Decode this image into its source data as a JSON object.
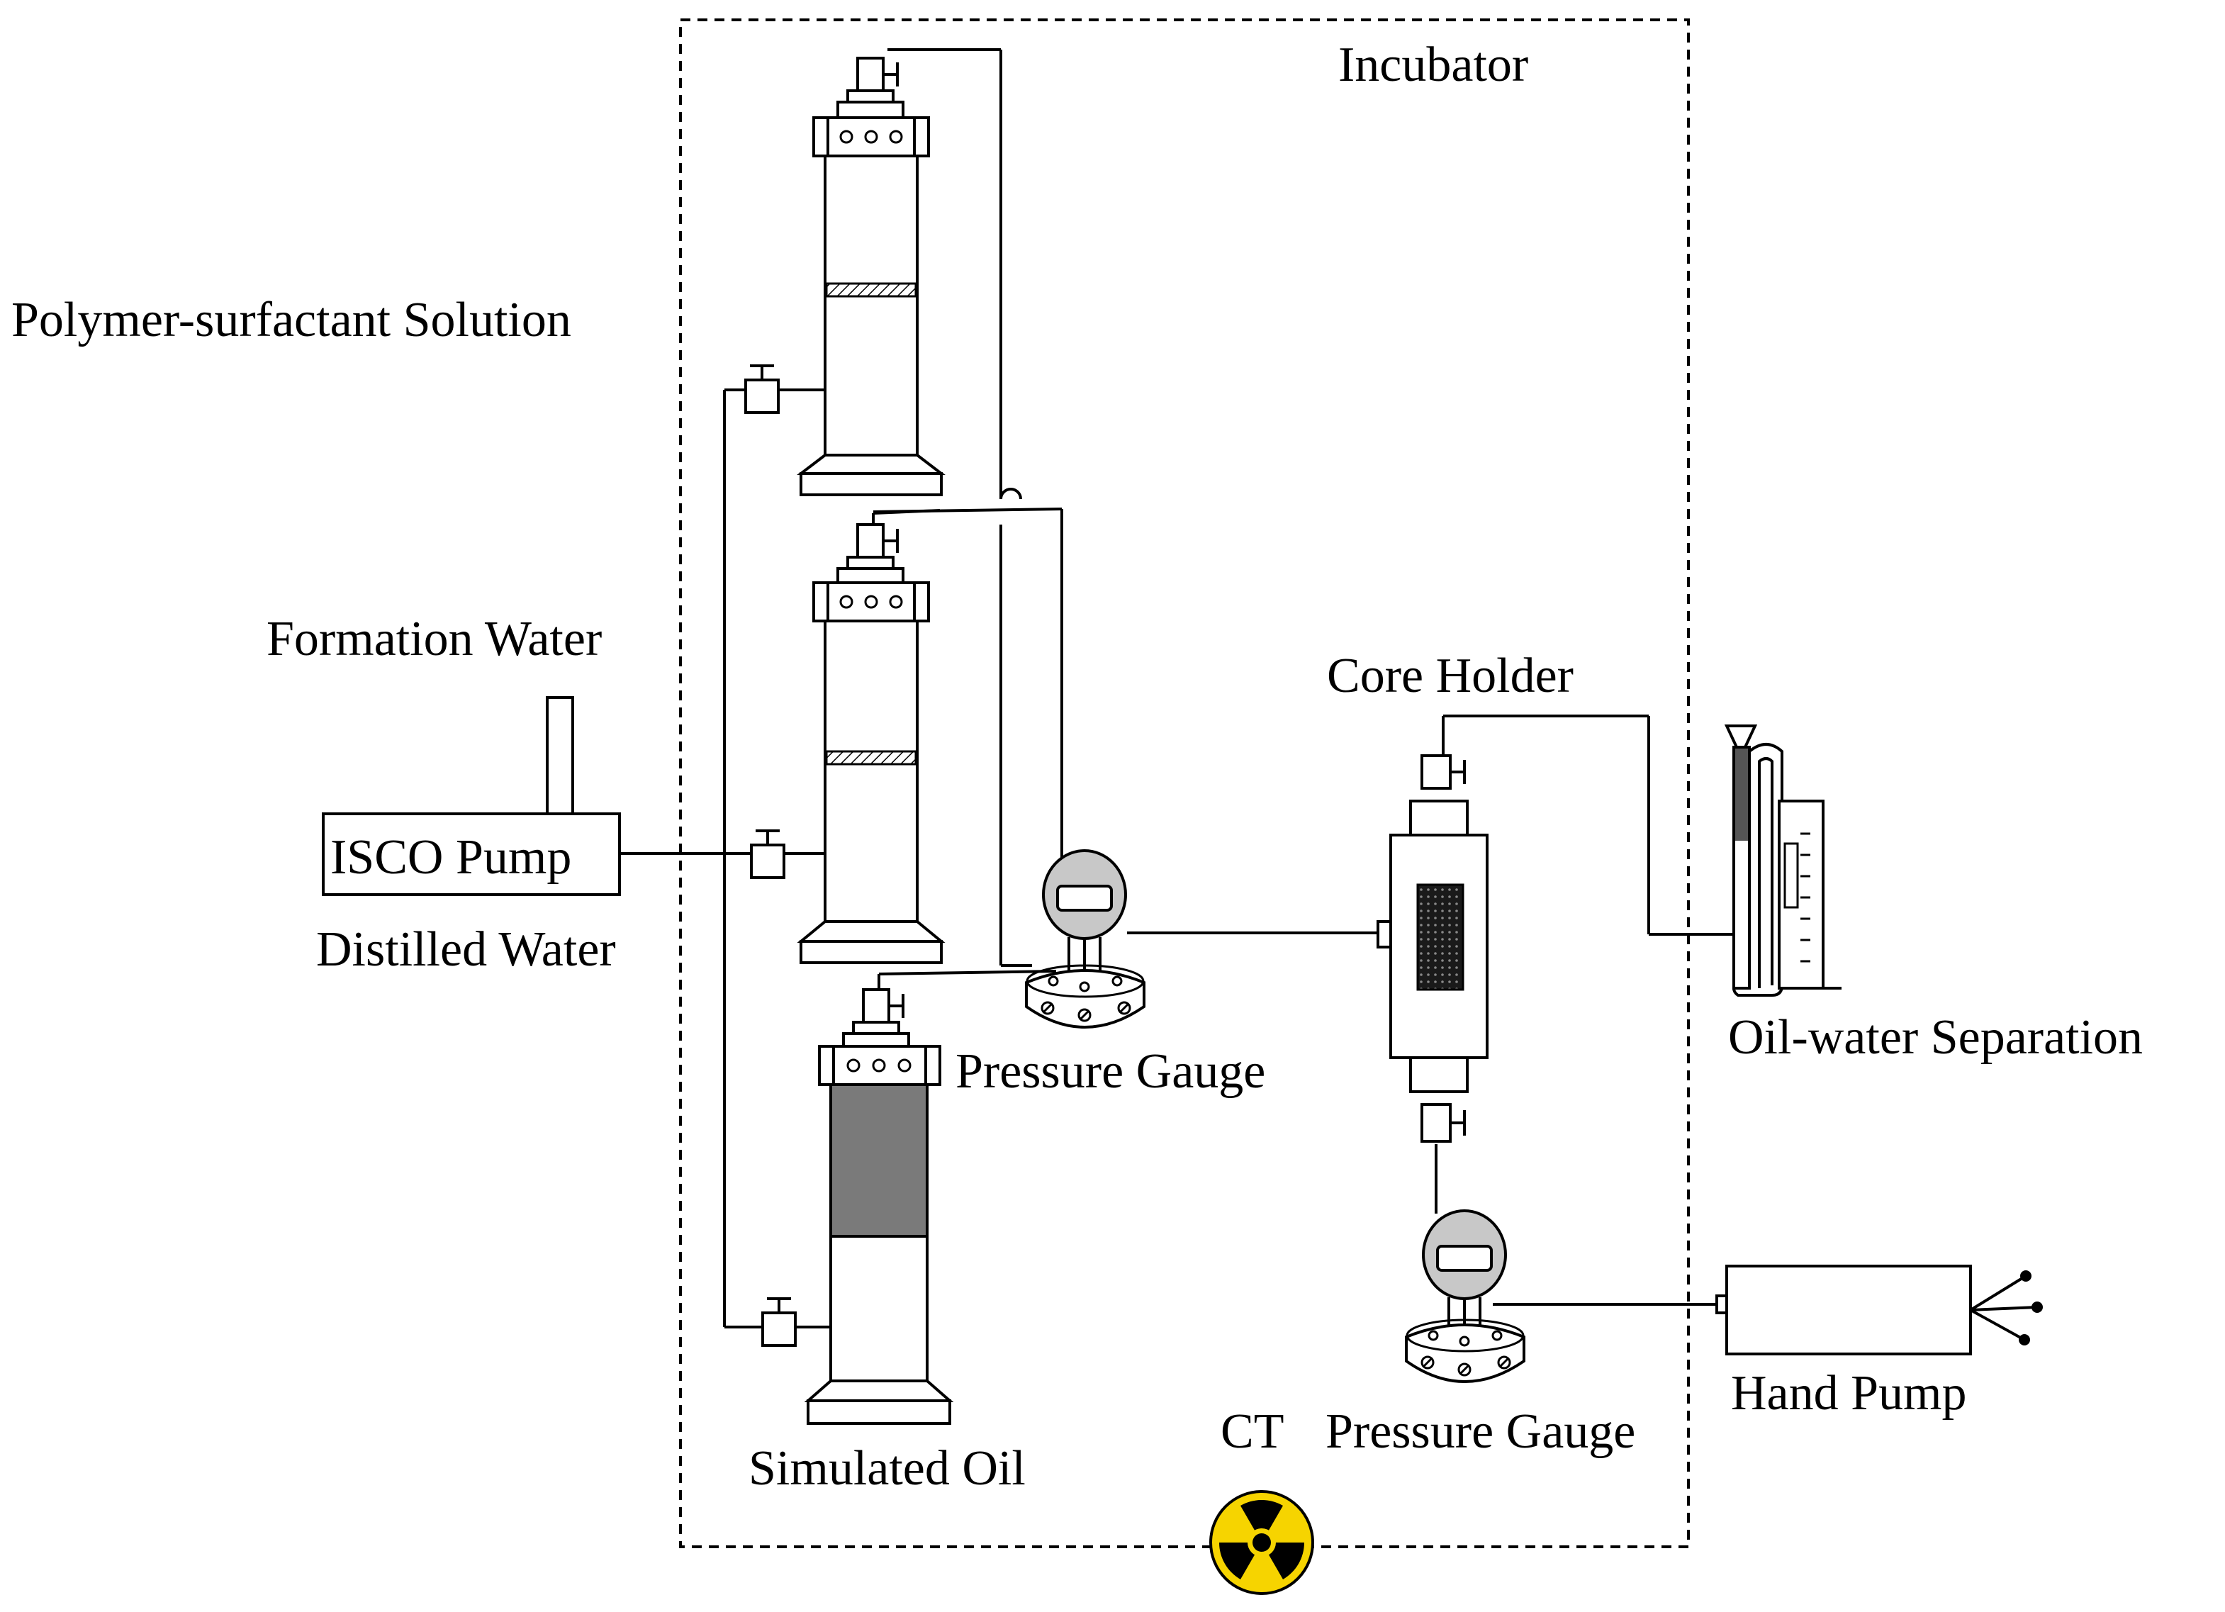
{
  "labels": {
    "incubator": "Incubator",
    "polymer_surfactant_solution": "Polymer-surfactant Solution",
    "formation_water": "Formation Water",
    "isco_pump": "ISCO Pump",
    "distilled_water": "Distilled Water",
    "core_holder": "Core Holder",
    "oil_water_separation": "Oil-water Separation",
    "pressure_gauge_1": "Pressure Gauge",
    "pressure_gauge_2": "Pressure Gauge",
    "hand_pump": "Hand Pump",
    "simulated_oil": "Simulated Oil",
    "ct": "CT"
  },
  "icons": {
    "ct_symbol": "radiation-icon"
  },
  "colors": {
    "line": "#000000",
    "oil_fill": "#7a7a7a",
    "gauge_fill": "#c8c8c8",
    "radiation_yellow": "#f6d400",
    "core_fill": "#1a1a1a"
  }
}
